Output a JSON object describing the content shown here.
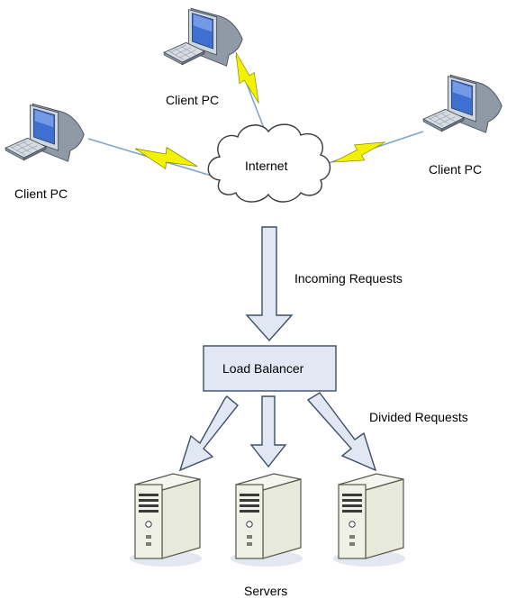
{
  "nodes": {
    "client_top": "Client PC",
    "client_left": "Client PC",
    "client_right": "Client PC",
    "internet": "Internet",
    "load_balancer": "Load Balancer",
    "servers": "Servers"
  },
  "edges": {
    "incoming": "Incoming Requests",
    "divided": "Divided Requests"
  },
  "colors": {
    "arrow_fill": "#e2e8f3",
    "arrow_stroke": "#3b4d69",
    "box_fill": "#e2e8f3",
    "lightning": "#f0f000",
    "link_line": "#7aa3c8"
  },
  "icons": [
    "desktop-pc-icon",
    "cloud-icon",
    "server-tower-icon",
    "lightning-bolt-icon"
  ]
}
